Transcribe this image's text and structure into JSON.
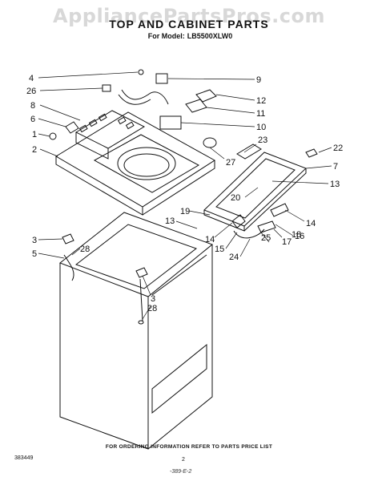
{
  "header": {
    "watermark": "AppliancePartsPros.com",
    "title": "TOP AND CABINET PARTS",
    "model_label": "For Model:",
    "model_number": "LB5500XLW0"
  },
  "callouts": [
    "4",
    "26",
    "8",
    "6",
    "1",
    "2",
    "9",
    "12",
    "11",
    "10",
    "27",
    "23",
    "22",
    "7",
    "13",
    "20",
    "14",
    "19",
    "13",
    "14",
    "16",
    "17",
    "18",
    "25",
    "15",
    "24",
    "3",
    "5",
    "28",
    "3",
    "28"
  ],
  "footer": {
    "ordering_note": "FOR ORDERING INFORMATION REFER TO PARTS PRICE LIST",
    "doc_code": "383449",
    "page_number": "2",
    "stamp": "-389-E-2"
  }
}
